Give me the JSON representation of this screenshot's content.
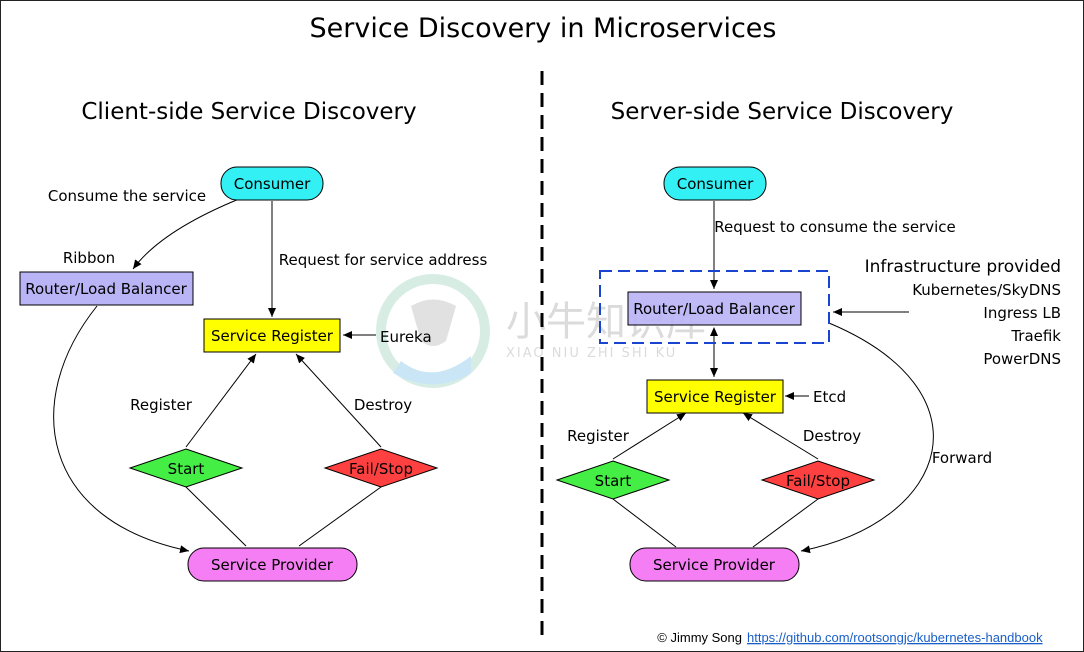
{
  "title": "Service Discovery in Microservices",
  "left": {
    "heading": "Client-side Service Discovery",
    "consumer": "Consumer",
    "consume_label": "Consume the service",
    "ribbon_label": "Ribbon",
    "router": "Router/Load Balancer",
    "request_label": "Request for service address",
    "register_node": "Service Register",
    "eureka_label": "Eureka",
    "register_label": "Register",
    "destroy_label": "Destroy",
    "start": "Start",
    "failstop": "Fail/Stop",
    "provider": "Service Provider"
  },
  "right": {
    "heading": "Server-side Service Discovery",
    "consumer": "Consumer",
    "request_label": "Request to consume the service",
    "infra_title": "Infrastructure provided",
    "infra_items": [
      "Kubernetes/SkyDNS",
      "Ingress LB",
      "Traefik",
      "PowerDNS"
    ],
    "router": "Router/Load Balancer",
    "register_node": "Service Register",
    "etcd_label": "Etcd",
    "register_label": "Register",
    "destroy_label": "Destroy",
    "forward_label": "Forward",
    "start": "Start",
    "failstop": "Fail/Stop",
    "provider": "Service Provider"
  },
  "watermark": {
    "cn": "小牛知识库",
    "en": "XIAO NIU ZHI SHI KU"
  },
  "footer": {
    "credit": "© Jimmy Song",
    "link": "https://github.com/rootsongjc/kubernetes-handbook"
  },
  "colors": {
    "consumer": "#33f0f5",
    "router": "#b9b4f5",
    "register": "#ffff00",
    "start": "#44ee44",
    "failstop": "#ff4040",
    "provider": "#f67ef4",
    "infra_box": "#1844d0",
    "link": "#1a5fc8"
  }
}
